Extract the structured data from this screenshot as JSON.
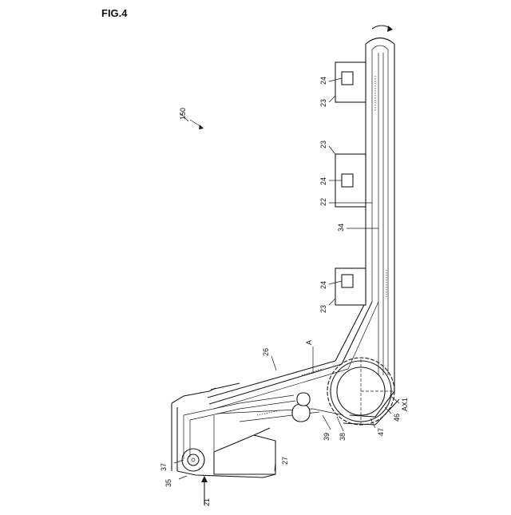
{
  "figure": {
    "title": "FIG.4"
  },
  "labels": {
    "ref_150": "150",
    "ref_24_top": "24",
    "ref_23_top": "23",
    "ref_23_mid": "23",
    "ref_24_mid": "24",
    "ref_22": "22",
    "ref_34": "34",
    "ref_24_bot": "24",
    "ref_23_bot": "23",
    "ref_26": "26",
    "ref_A": "A",
    "ref_AX1": "AX1",
    "ref_46": "46",
    "ref_47": "47",
    "ref_39": "39",
    "ref_38": "38",
    "ref_27": "27",
    "ref_37": "37",
    "ref_35": "35",
    "ref_21": "21"
  }
}
